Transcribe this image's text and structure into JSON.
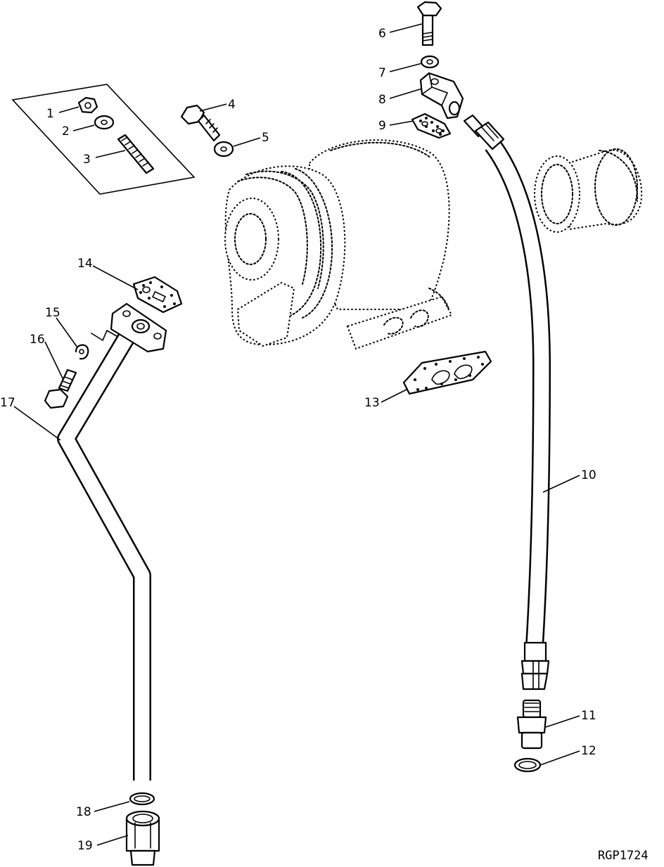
{
  "figure_id": "RGP1724",
  "callouts": [
    "1",
    "2",
    "3",
    "4",
    "5",
    "6",
    "7",
    "8",
    "9",
    "10",
    "11",
    "12",
    "13",
    "14",
    "15",
    "16",
    "17",
    "18",
    "19"
  ],
  "colors": {
    "ink": "#000000",
    "paper": "#ffffff"
  }
}
